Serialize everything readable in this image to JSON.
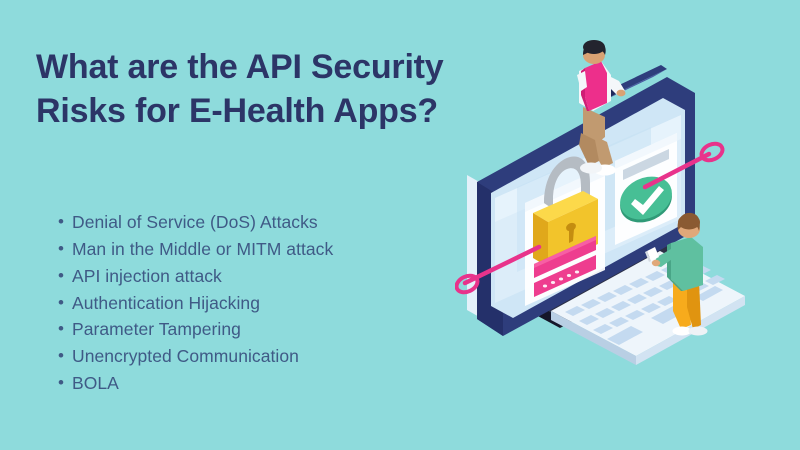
{
  "slide": {
    "background_color": "#8edbdc",
    "headline": "What are the API Security Risks for E-Health Apps?",
    "headline_color": "#2c3567",
    "body_color": "#3f5a86"
  },
  "risks": {
    "bullet_glyph": "•",
    "items": [
      {
        "label": "Denial of Service (DoS) Attacks"
      },
      {
        "label": "Man in the Middle or MITM attack"
      },
      {
        "label": "API injection attack"
      },
      {
        "label": "Authentication Hijacking"
      },
      {
        "label": "Parameter Tampering"
      },
      {
        "label": "Unencrypted Communication"
      },
      {
        "label": "BOLA"
      }
    ]
  },
  "illustration": {
    "name": "isometric-cyber-security-monitor",
    "colors": {
      "monitor_bezel": "#2e3d7c",
      "monitor_screen": "#d8ecf8",
      "monitor_base": "#1d2033",
      "padlock_body": "#f2c42b",
      "padlock_shackle": "#b9bfc6",
      "password_bar": "#ee3d8f",
      "check_circle": "#3fb68b",
      "key_accent": "#e8338b",
      "keyboard_keys": "#c4daf0",
      "person_top_shirt": "#ed2f8b",
      "person_top_pants": "#c19a70",
      "person_bottom_shirt": "#5fc0a0",
      "person_bottom_pants": "#f7ab1c"
    },
    "elements": [
      {
        "name": "padlock-icon",
        "label": "padlock"
      },
      {
        "name": "password-field",
        "label": "password field"
      },
      {
        "name": "check-badge-icon",
        "label": "verified check"
      },
      {
        "name": "keyboard",
        "label": "keyboard"
      },
      {
        "name": "key-icon-left",
        "label": "key"
      },
      {
        "name": "key-icon-right",
        "label": "key"
      },
      {
        "name": "person-with-laptop",
        "label": "person with laptop"
      },
      {
        "name": "person-with-phone",
        "label": "person with phone"
      }
    ]
  }
}
